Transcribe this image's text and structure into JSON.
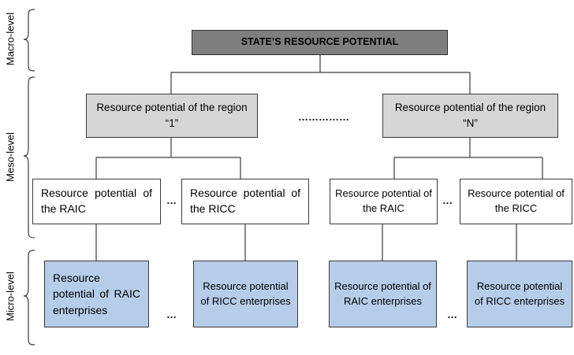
{
  "levels": {
    "macro": "Macro-level",
    "meso": "Meso-level",
    "micro": "Micro-level"
  },
  "root": {
    "label": "STATE’S RESOURCE POTENTIAL"
  },
  "regions": {
    "r1": "Resource potential of the region “1”",
    "rN": "Resource potential of the region “N”",
    "gap_dots": "……………"
  },
  "meso_boxes": {
    "raic_1": "Resource potential of the RAIC",
    "ricc_1": "Resource potential of the RICC",
    "raic_n": "Resource potential of the RAIC",
    "ricc_n": "Resource potential of the RICC",
    "dots_1": "…",
    "dots_n": "…"
  },
  "micro_boxes": {
    "raic_1": "Resource potential of RAIC enterprises",
    "ricc_1": "Resource potential of RICC enterprises",
    "raic_n": "Resource potential of RAIC enterprises",
    "ricc_n": "Resource potential of RICC enterprises",
    "dots_1": "…",
    "dots_n": "…"
  },
  "colors": {
    "root_fill": "#7f7f7f",
    "region_fill": "#d6d6d6",
    "enterprise_fill": "#b6cdea",
    "line": "#3a3a3a"
  }
}
